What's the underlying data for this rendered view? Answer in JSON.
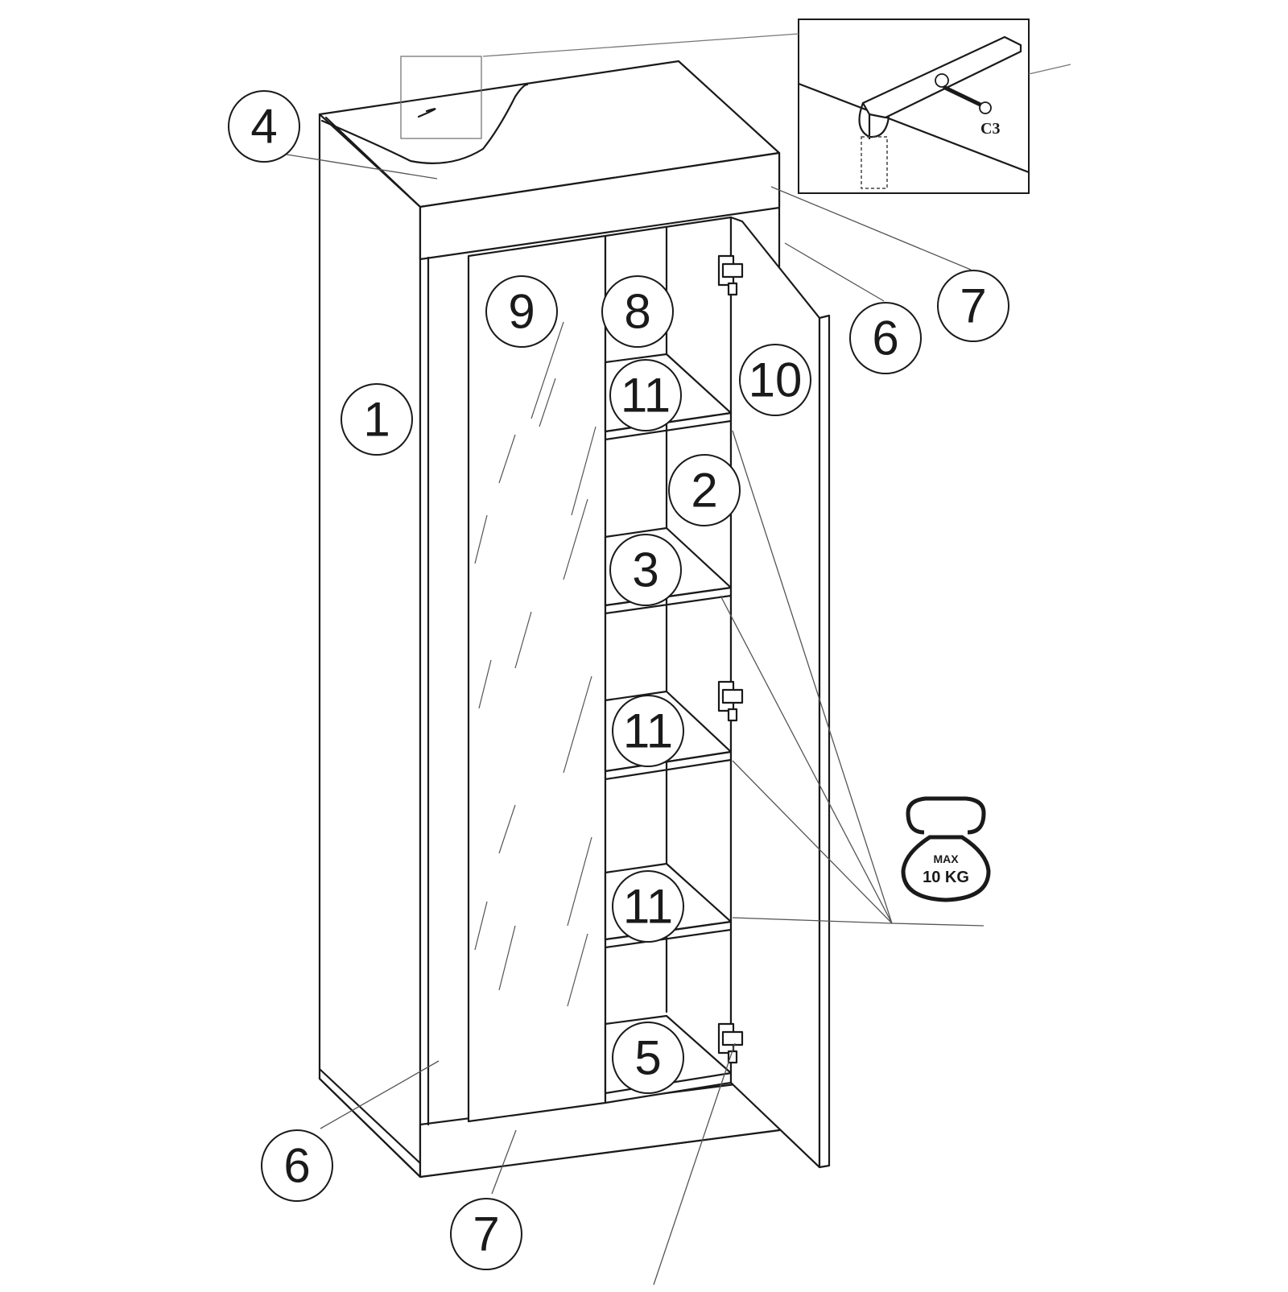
{
  "callouts": {
    "side_left": "1",
    "divider": "2",
    "shelf_middle": "3",
    "top": "4",
    "bottom_shelf": "5",
    "rail_top": "6",
    "rail_bottom_left": "6",
    "plinth_top": "7",
    "plinth_bottom": "7",
    "back_panel": "8",
    "mirror": "9",
    "door": "10",
    "shelf_upper": "11",
    "shelf_lower1": "11",
    "shelf_lower2": "11"
  },
  "detail": {
    "screw_label": "C3"
  },
  "load": {
    "line1": "MAX",
    "line2": "10 KG"
  }
}
